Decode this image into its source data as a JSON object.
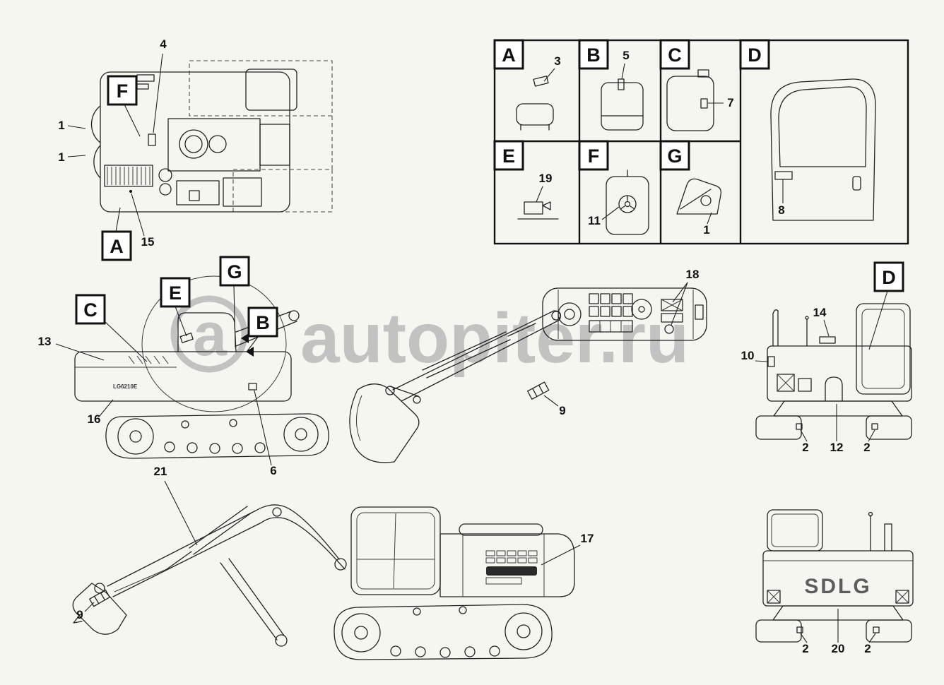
{
  "watermark": {
    "logo_letter": "a",
    "text": "autopiter.ru"
  },
  "detail_grid": {
    "cells": [
      {
        "letter": "A",
        "part": "3"
      },
      {
        "letter": "B",
        "part": "5"
      },
      {
        "letter": "C",
        "part": "7"
      },
      {
        "letter": "D",
        "part": "8"
      },
      {
        "letter": "E",
        "part": "19"
      },
      {
        "letter": "F",
        "part": "11"
      },
      {
        "letter": "G",
        "part": "1"
      }
    ]
  },
  "deck_top_view": {
    "callout_f": "F",
    "callout_a": "A",
    "part_4": "4",
    "part_1_upper": "1",
    "part_1_lower": "1",
    "part_15": "15"
  },
  "upper_structure_side_view": {
    "callout_c": "C",
    "callout_e": "E",
    "callout_g": "G",
    "callout_b": "B",
    "part_13": "13",
    "part_16": "16",
    "part_6": "6",
    "model_decal": "LG6210E"
  },
  "arm_assembly_view": {
    "part_9": "9"
  },
  "engine_deck_view": {
    "part_18": "18"
  },
  "rear_view_upper": {
    "callout_d": "D",
    "part_14": "14",
    "part_10": "10",
    "part_2_left": "2",
    "part_12": "12",
    "part_2_right": "2"
  },
  "machine_side_view": {
    "part_21": "21",
    "part_17": "17",
    "part_9": "9"
  },
  "rear_view_lower": {
    "brand_decal": "SDLG",
    "part_2_left": "2",
    "part_20": "20",
    "part_2_right": "2"
  }
}
